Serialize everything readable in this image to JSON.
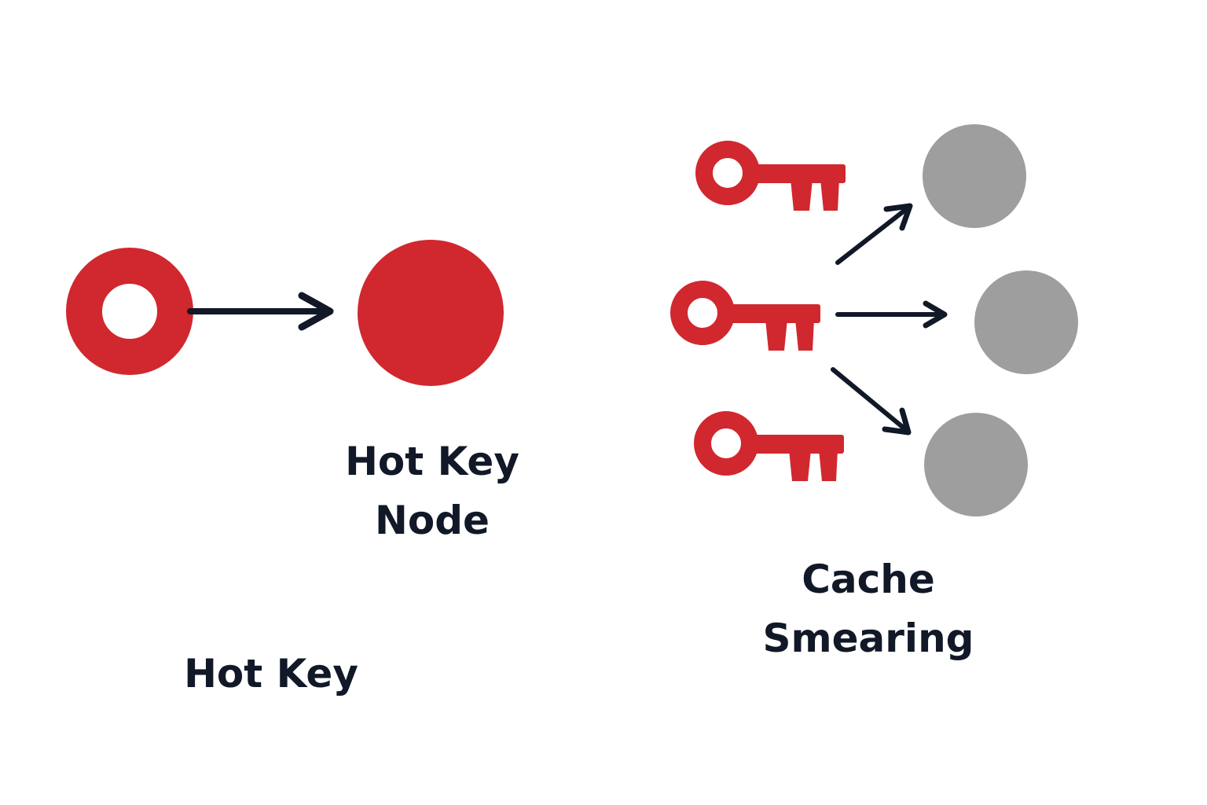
{
  "colors": {
    "hot_red": "#d0282e",
    "node_gray": "#9e9e9e",
    "arrow_ink": "#111827",
    "background": "#ffffff"
  },
  "left_panel": {
    "hot_key_icon": "hot-key-ring-icon",
    "hot_node_icon": "hot-node-circle",
    "node_label_line1": "Hot Key",
    "node_label_line2": "Node",
    "caption": "Hot Key"
  },
  "right_panel": {
    "key_icon": "key-icon",
    "node_icon": "cache-node-circle",
    "key_count": 3,
    "node_count": 3,
    "caption_line1": "Cache",
    "caption_line2": "Smearing"
  }
}
